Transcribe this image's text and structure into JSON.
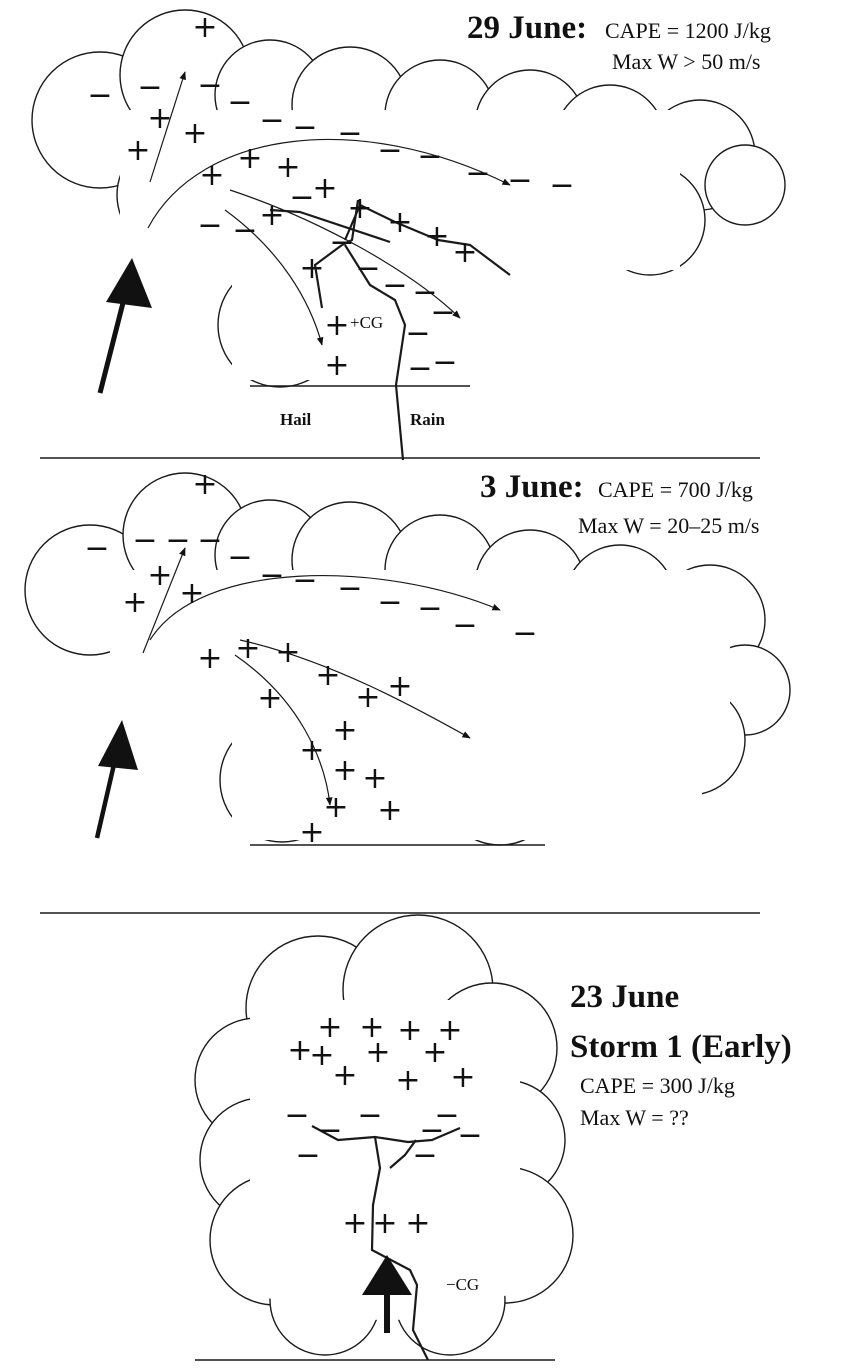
{
  "panels": [
    {
      "title": "29 June:",
      "cape": "CAPE   = 1200 J/kg",
      "maxw": "Max W  > 50 m/s",
      "labels": {
        "cg": "+CG",
        "hail": "Hail",
        "rain": "Rain"
      }
    },
    {
      "title": "3 June:",
      "cape": "CAPE   = 700 J/kg",
      "maxw": "Max W = 20–25 m/s"
    },
    {
      "title_line1": "23 June",
      "title_line2": "Storm 1 (Early)",
      "cape": "CAPE = 300 J/kg",
      "maxw": "Max W = ??",
      "labels": {
        "cg": "−CG"
      }
    }
  ],
  "symbols": {
    "plus": "+",
    "minus": "−"
  },
  "colors": {
    "ink": "#111111",
    "background": "#ffffff"
  }
}
